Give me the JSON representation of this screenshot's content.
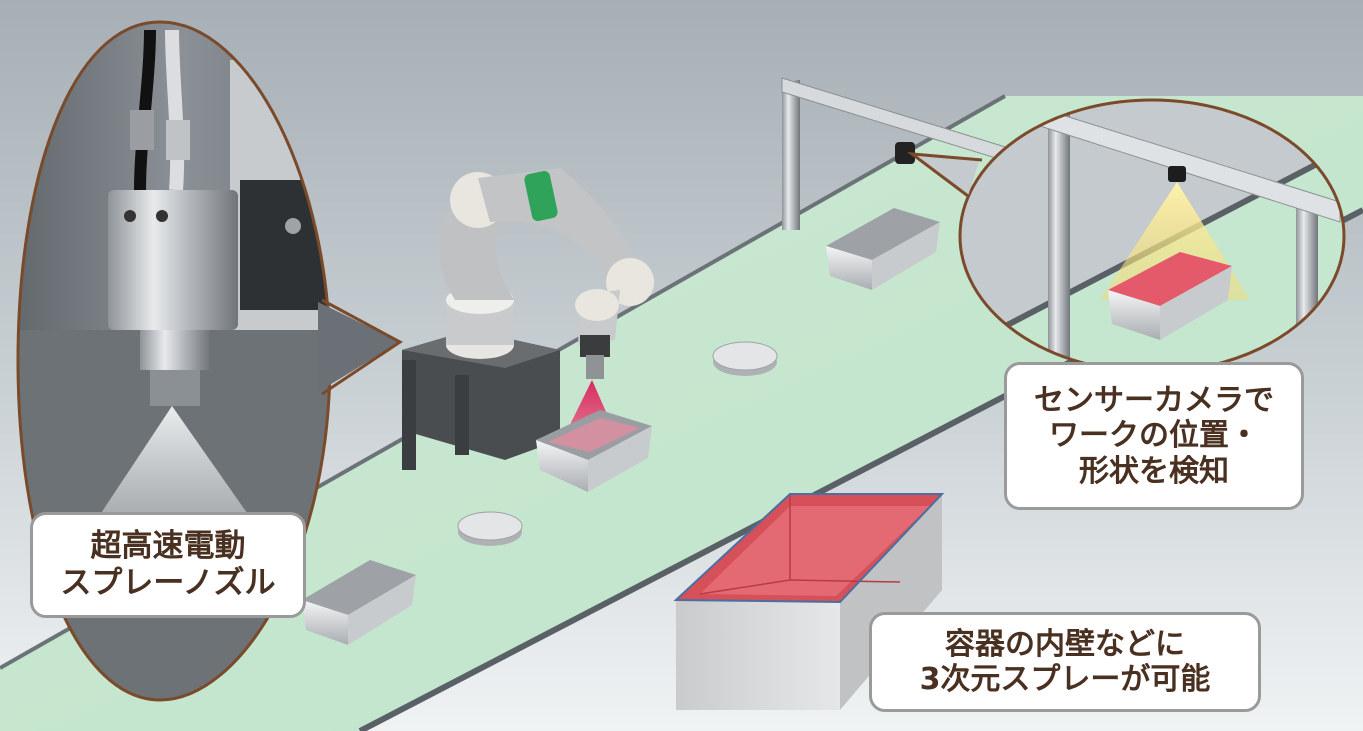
{
  "callouts": {
    "nozzle": {
      "line1": "超高速電動",
      "line2": "スプレーノズル"
    },
    "sensor": {
      "line1": "センサーカメラで",
      "line2": "ワークの位置・",
      "line3": "形状を検知"
    },
    "spray3d": {
      "line1": "容器の内壁などに",
      "line2": "3次元スプレーが可能"
    }
  },
  "colors": {
    "background_top": "#a7b0b6",
    "background_bottom": "#eef2f3",
    "conveyor": "#c5e6cf",
    "callout_border": "#7a4a2a",
    "label_text": "#4a3020",
    "robot_accent": "#2fa35a",
    "spray_red": "#e23a5a"
  }
}
